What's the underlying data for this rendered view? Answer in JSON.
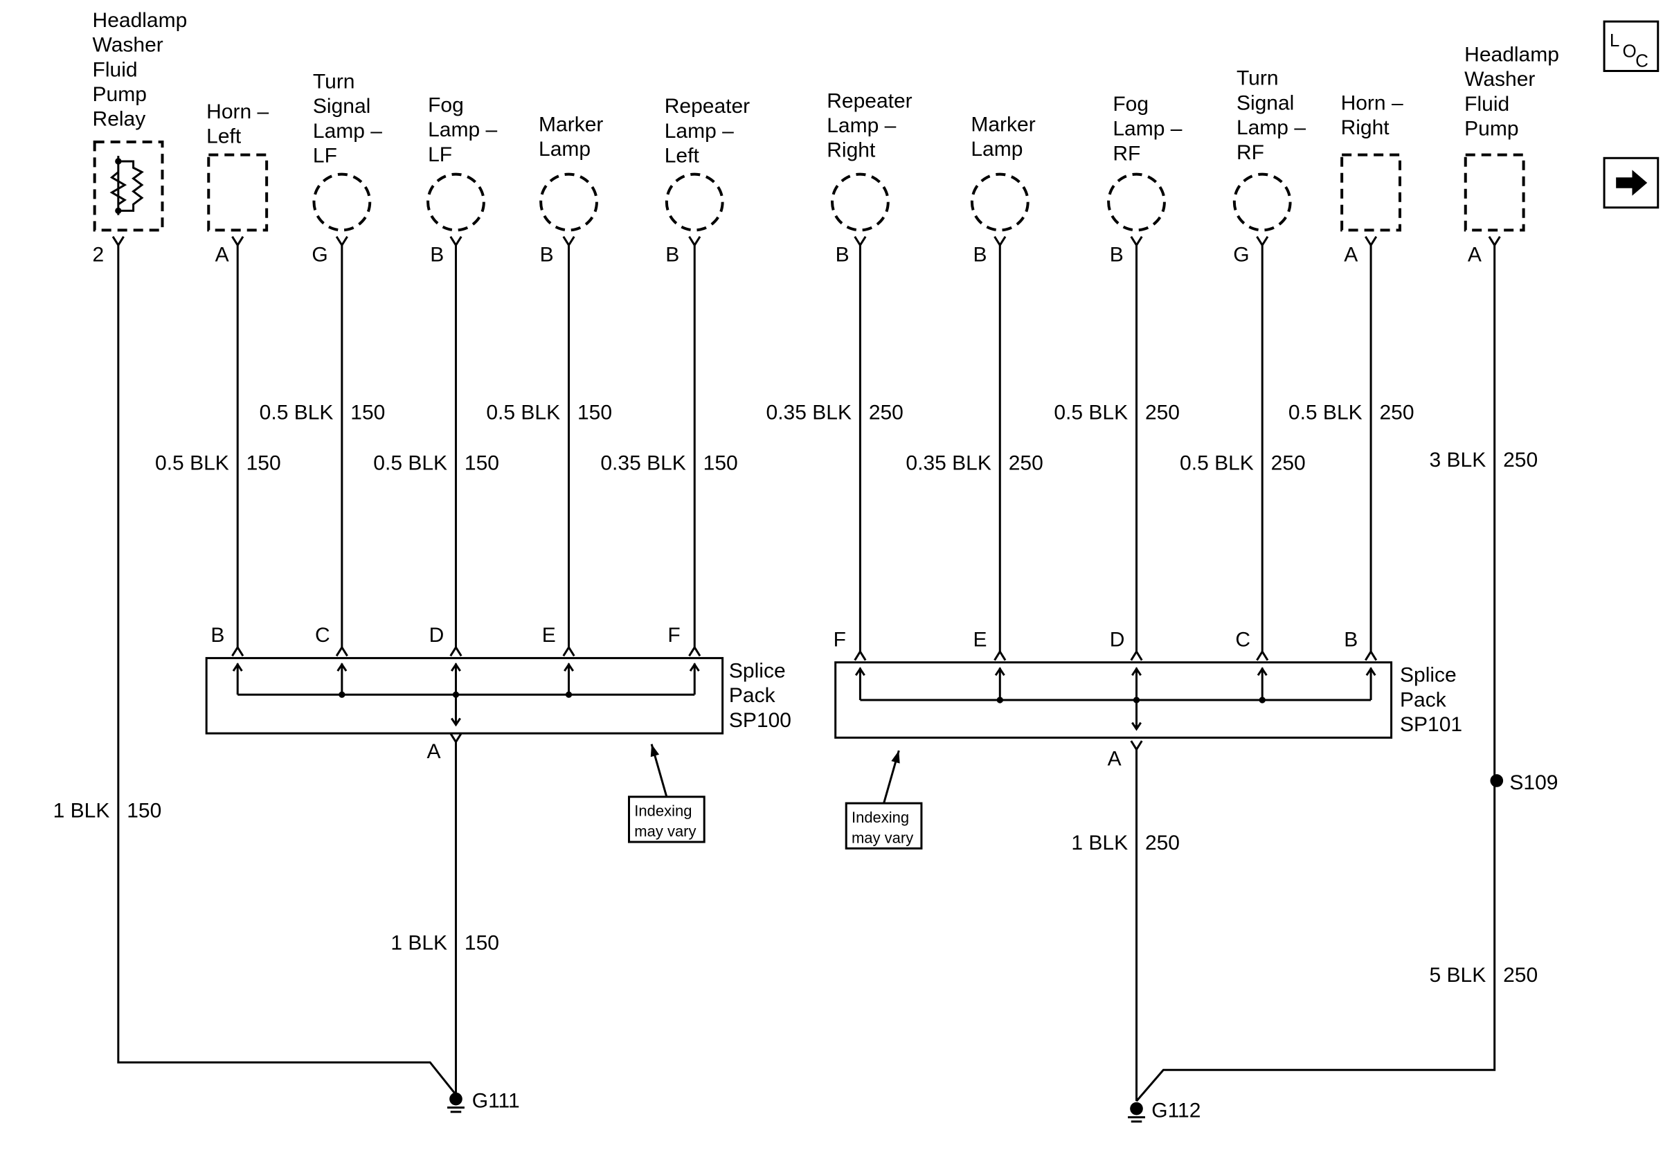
{
  "loc_icon": "loc-icon",
  "next_page_icon": "right-arrow-icon",
  "components": [
    {
      "id": "relay",
      "lines": [
        "Headlamp",
        "Washer",
        "Fluid",
        "Pump",
        "Relay"
      ],
      "pin": "2",
      "shape": "relay-icon"
    },
    {
      "id": "horn-left",
      "lines": [
        "Horn –",
        "Left"
      ],
      "pin": "A",
      "shape": "rect"
    },
    {
      "id": "turn-lf",
      "lines": [
        "Turn",
        "Signal",
        "Lamp –",
        "LF"
      ],
      "pin": "G",
      "shape": "circle"
    },
    {
      "id": "fog-lf",
      "lines": [
        "Fog",
        "Lamp –",
        "LF"
      ],
      "pin": "B",
      "shape": "circle"
    },
    {
      "id": "marker-l",
      "lines": [
        "Marker",
        "Lamp"
      ],
      "pin": "B",
      "shape": "circle"
    },
    {
      "id": "repeater-l",
      "lines": [
        "Repeater",
        "Lamp –",
        "Left"
      ],
      "pin": "B",
      "shape": "circle"
    },
    {
      "id": "repeater-r",
      "lines": [
        "Repeater",
        "Lamp –",
        "Right"
      ],
      "pin": "B",
      "shape": "circle"
    },
    {
      "id": "marker-r",
      "lines": [
        "Marker",
        "Lamp"
      ],
      "pin": "B",
      "shape": "circle"
    },
    {
      "id": "fog-rf",
      "lines": [
        "Fog",
        "Lamp –",
        "RF"
      ],
      "pin": "B",
      "shape": "circle"
    },
    {
      "id": "turn-rf",
      "lines": [
        "Turn",
        "Signal",
        "Lamp –",
        "RF"
      ],
      "pin": "G",
      "shape": "circle"
    },
    {
      "id": "horn-right",
      "lines": [
        "Horn –",
        "Right"
      ],
      "pin": "A",
      "shape": "rect"
    },
    {
      "id": "pump",
      "lines": [
        "Headlamp",
        "Washer",
        "Fluid",
        "Pump"
      ],
      "pin": "A",
      "shape": "rect"
    }
  ],
  "wires": [
    {
      "id": "w-relay",
      "size": "1 BLK",
      "circuit": "150"
    },
    {
      "id": "w-horn-left",
      "size": "0.5 BLK",
      "circuit": "150"
    },
    {
      "id": "w-turn-lf",
      "size": "0.5 BLK",
      "circuit": "150"
    },
    {
      "id": "w-fog-lf",
      "size": "0.5 BLK",
      "circuit": "150"
    },
    {
      "id": "w-marker-l",
      "size": "0.5 BLK",
      "circuit": "150"
    },
    {
      "id": "w-repeater-l",
      "size": "0.35 BLK",
      "circuit": "150"
    },
    {
      "id": "w-sp100-ground",
      "size": "1 BLK",
      "circuit": "150"
    },
    {
      "id": "w-repeater-r",
      "size": "0.35 BLK",
      "circuit": "250"
    },
    {
      "id": "w-marker-r",
      "size": "0.35 BLK",
      "circuit": "250"
    },
    {
      "id": "w-fog-rf",
      "size": "0.5 BLK",
      "circuit": "250"
    },
    {
      "id": "w-turn-rf",
      "size": "0.5 BLK",
      "circuit": "250"
    },
    {
      "id": "w-horn-right",
      "size": "0.5 BLK",
      "circuit": "250"
    },
    {
      "id": "w-sp101-ground",
      "size": "1 BLK",
      "circuit": "250"
    },
    {
      "id": "w-pump-upper",
      "size": "3 BLK",
      "circuit": "250"
    },
    {
      "id": "w-pump-lower",
      "size": "5 BLK",
      "circuit": "250"
    }
  ],
  "splice_packs": [
    {
      "id": "sp100",
      "lines": [
        "Splice",
        "Pack",
        "SP100"
      ],
      "pins": [
        "B",
        "C",
        "D",
        "E",
        "F"
      ],
      "out_pin": "A",
      "note": [
        "Indexing",
        "may vary"
      ]
    },
    {
      "id": "sp101",
      "lines": [
        "Splice",
        "Pack",
        "SP101"
      ],
      "pins": [
        "F",
        "E",
        "D",
        "C",
        "B"
      ],
      "out_pin": "A",
      "note": [
        "Indexing",
        "may vary"
      ]
    }
  ],
  "splices": [
    {
      "id": "s109",
      "label": "S109"
    }
  ],
  "grounds": [
    {
      "id": "g111",
      "label": "G111"
    },
    {
      "id": "g112",
      "label": "G112"
    }
  ]
}
